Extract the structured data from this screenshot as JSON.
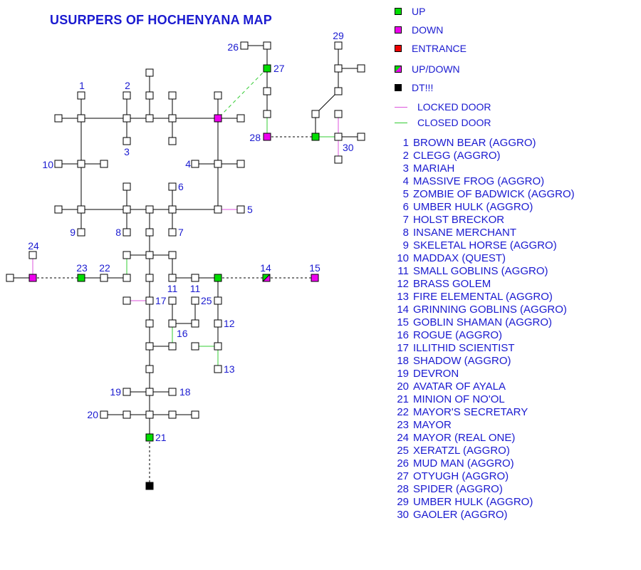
{
  "title": "USURPERS OF HOCHENYANA MAP",
  "colors": {
    "text": "#1a1ad0",
    "up": "#00dd00",
    "down": "#ee00ee",
    "entrance": "#ee0000",
    "dt": "#000000",
    "locked_door": "#dd55dd",
    "closed_door": "#33cc33",
    "room": "#ffffff"
  },
  "legend": [
    {
      "key": "up",
      "label": "UP",
      "kind": "square",
      "color": "#00dd00"
    },
    {
      "key": "down",
      "label": "DOWN",
      "kind": "square",
      "color": "#ee00ee"
    },
    {
      "key": "entrance",
      "label": "ENTRANCE",
      "kind": "square",
      "color": "#ee0000"
    },
    {
      "key": "updown",
      "label": "UP/DOWN",
      "kind": "split",
      "color": "#00dd00",
      "color2": "#ee00ee"
    },
    {
      "key": "dt",
      "label": "DT!!!",
      "kind": "square",
      "color": "#000000"
    },
    {
      "key": "locked",
      "label": "LOCKED DOOR",
      "kind": "line",
      "color": "#dd55dd"
    },
    {
      "key": "closed",
      "label": "CLOSED DOOR",
      "kind": "line",
      "color": "#33cc33"
    }
  ],
  "npcs": [
    {
      "num": "1",
      "name": "BROWN BEAR (AGGRO)"
    },
    {
      "num": "2",
      "name": "CLEGG (AGGRO)"
    },
    {
      "num": "3",
      "name": "MARIAH"
    },
    {
      "num": "4",
      "name": "MASSIVE FROG (AGGRO)"
    },
    {
      "num": "5",
      "name": "ZOMBIE OF BADWICK (AGGRO)"
    },
    {
      "num": "6",
      "name": "UMBER HULK (AGGRO)"
    },
    {
      "num": "7",
      "name": "HOLST BRECKOR"
    },
    {
      "num": "8",
      "name": "INSANE MERCHANT"
    },
    {
      "num": "9",
      "name": "SKELETAL HORSE (AGGRO)"
    },
    {
      "num": "10",
      "name": "MADDAX (QUEST)"
    },
    {
      "num": "11",
      "name": "SMALL GOBLINS (AGGRO)"
    },
    {
      "num": "12",
      "name": "BRASS GOLEM"
    },
    {
      "num": "13",
      "name": "FIRE ELEMENTAL (AGGRO)"
    },
    {
      "num": "14",
      "name": "GRINNING GOBLINS (AGGRO)"
    },
    {
      "num": "15",
      "name": "GOBLIN SHAMAN (AGGRO)"
    },
    {
      "num": "16",
      "name": "ROGUE (AGGRO)"
    },
    {
      "num": "17",
      "name": "ILLITHID SCIENTIST"
    },
    {
      "num": "18",
      "name": "SHADOW (AGGRO)"
    },
    {
      "num": "19",
      "name": "DEVRON"
    },
    {
      "num": "20",
      "name": "AVATAR OF AYALA"
    },
    {
      "num": "21",
      "name": "MINION OF NO'OL"
    },
    {
      "num": "22",
      "name": "MAYOR'S SECRETARY"
    },
    {
      "num": "23",
      "name": "MAYOR"
    },
    {
      "num": "24",
      "name": "MAYOR (REAL ONE)"
    },
    {
      "num": "25",
      "name": "XERATZL (AGGRO)"
    },
    {
      "num": "26",
      "name": "MUD MAN (AGGRO)"
    },
    {
      "num": "27",
      "name": "OTYUGH (AGGRO)"
    },
    {
      "num": "28",
      "name": "SPIDER (AGGRO)"
    },
    {
      "num": "29",
      "name": "UMBER HULK (AGGRO)"
    },
    {
      "num": "30",
      "name": "GAOLER (AGGRO)"
    }
  ]
}
